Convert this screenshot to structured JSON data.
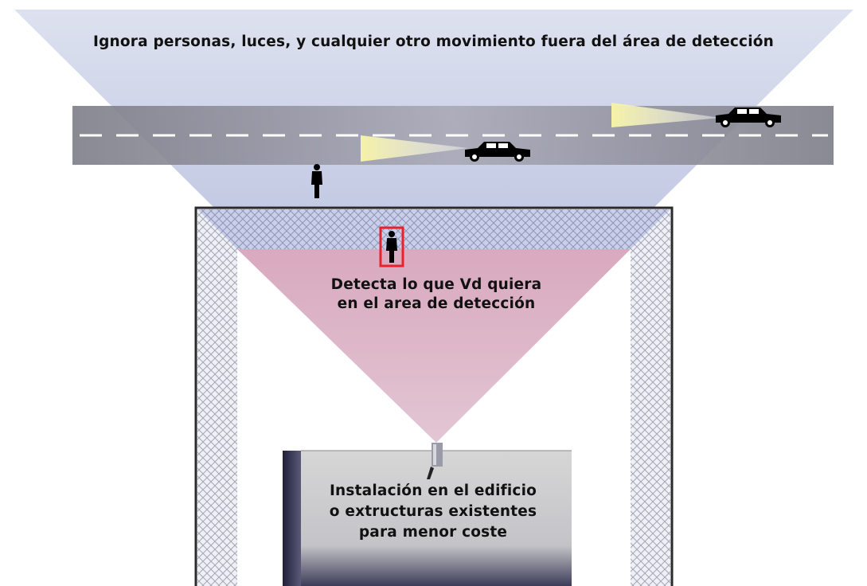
{
  "captions": {
    "ignore_outside": "Ignora personas, luces, y cualquier otro movimiento fuera del área de detección",
    "detect_line1": "Detecta lo que Vd quiera",
    "detect_line2": "en el area de detección",
    "install_line1": "Instalación en el edificio",
    "install_line2": "o extructuras existentes",
    "install_line3": "para menor coste"
  },
  "colors": {
    "outer_field": "#c8cfe6",
    "road": "#8a8a95",
    "lane_marks": "#ffffff",
    "detection_zone": "#d8b4c6",
    "headlight_beam": "#f4f2b4",
    "target_box": "#e8212b",
    "fence": "#b8bcc8",
    "building": "#c9c9c9"
  }
}
